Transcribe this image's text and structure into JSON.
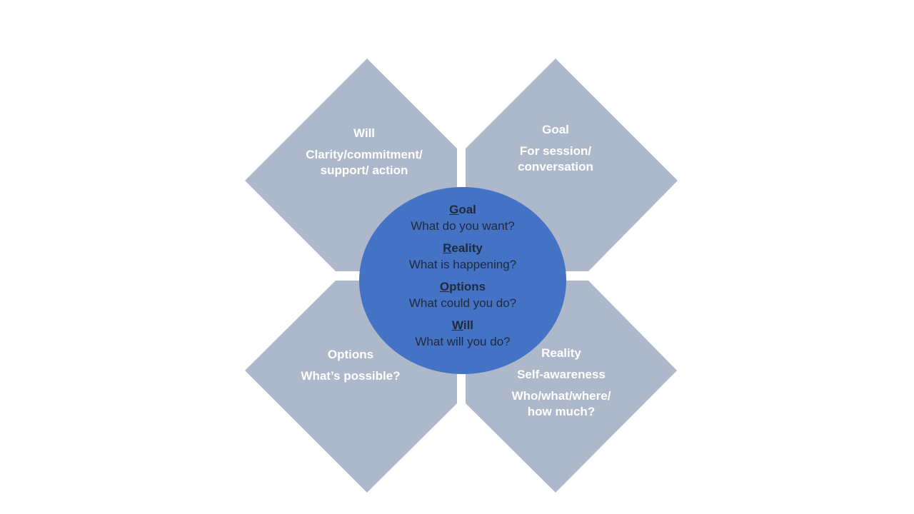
{
  "colors": {
    "petal": "#ADB9CA",
    "center": "#4472C4",
    "center_text": "#1f2a3a"
  },
  "petals": {
    "will": {
      "title": "Will",
      "desc": "Clarity/commitment/ support/ action"
    },
    "goal": {
      "title": "Goal",
      "desc": "For session/ conversation"
    },
    "options": {
      "title": "Options",
      "desc": "What’s possible?"
    },
    "reality": {
      "title": "Reality",
      "desc": "Self-awareness",
      "desc2": "Who/what/where/ how much?"
    }
  },
  "center": [
    {
      "initial": "G",
      "rest": "oal",
      "question": "What do you want?"
    },
    {
      "initial": "R",
      "rest": "eality",
      "question": "What is happening?"
    },
    {
      "initial": "O",
      "rest": "ptions",
      "question": "What could you do?"
    },
    {
      "initial": "W",
      "rest": "ill",
      "question": "What will you do?"
    }
  ]
}
